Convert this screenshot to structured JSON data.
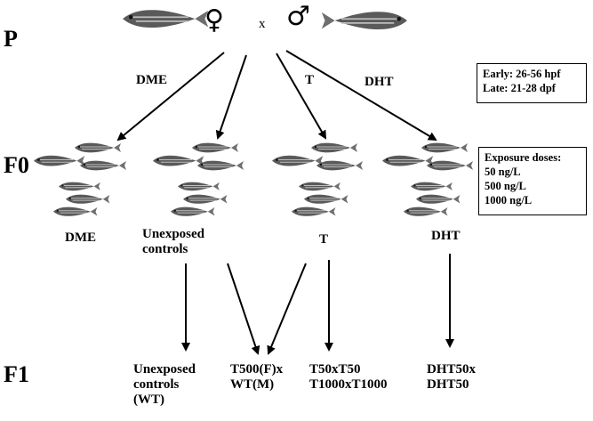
{
  "generations": {
    "p": "P",
    "f0": "F0",
    "f1": "F1"
  },
  "parents": {
    "female_symbol": "♀",
    "cross": "x",
    "male_symbol": "♂"
  },
  "treatment_labels": {
    "dme": "DME",
    "t": "T",
    "dht": "DHT"
  },
  "windows_box": {
    "early": "Early: 26-56 hpf",
    "late": "Late: 21-28 dpf"
  },
  "doses_box": {
    "title": "Exposure doses:",
    "dose1": "50 ng/L",
    "dose2": "500 ng/L",
    "dose3": "1000 ng/L"
  },
  "f0_groups": {
    "dme": "DME",
    "unexposed_line1": "Unexposed",
    "unexposed_line2": "controls",
    "t": "T",
    "dht": "DHT"
  },
  "f1_groups": {
    "wt_line1": "Unexposed",
    "wt_line2": "controls",
    "wt_line3": "(WT)",
    "t500_line1": "T500(F)x",
    "t500_line2": "WT(M)",
    "t_line1": "T50xT50",
    "t_line2": "T1000xT1000",
    "dht_line1": "DHT50x",
    "dht_line2": "DHT50"
  },
  "icons": {
    "fish": "zebrafish-icon",
    "arrow": "arrow-icon"
  }
}
